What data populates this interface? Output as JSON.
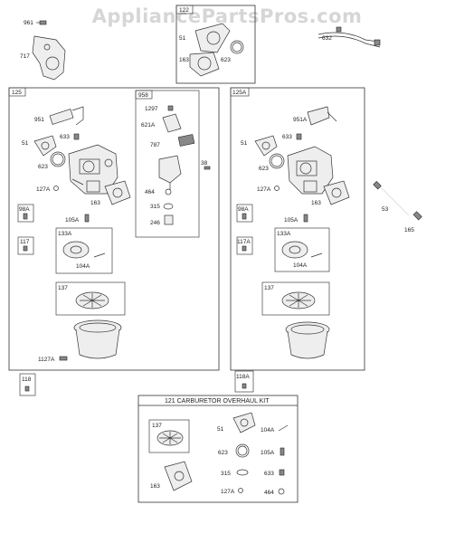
{
  "watermark": "AppliancePartsPros.com",
  "top_labels": {
    "l961": "961",
    "l717": "717",
    "l632": "632"
  },
  "box122": {
    "tag": "122",
    "l51": "51",
    "l163": "163",
    "l623": "623"
  },
  "box125": {
    "tag": "125",
    "l951": "951",
    "l633": "633",
    "l51": "51",
    "l623": "623",
    "l127A": "127A",
    "l163": "163",
    "l105A": "105A",
    "l104A": "104A",
    "l1127A": "1127A",
    "l38": "38",
    "sub98A": "98A",
    "sub117": "117",
    "sub133A": "133A",
    "sub137": "137",
    "sub958": "958",
    "l1297": "1297",
    "l621A": "621A",
    "l787": "787",
    "l464": "464",
    "l315": "315",
    "l246": "246"
  },
  "box125A": {
    "tag": "125A",
    "l951A": "951A",
    "l633": "633",
    "l51": "51",
    "l623": "623",
    "l127A": "127A",
    "l163": "163",
    "l105A": "105A",
    "l104A": "104A",
    "sub98A": "98A",
    "sub117A": "117A",
    "sub133A": "133A",
    "sub137": "137"
  },
  "loose": {
    "l53": "53",
    "l165": "165",
    "t118": "118",
    "t118A": "118A"
  },
  "kit": {
    "title": "121 CARBURETOR OVERHAUL KIT",
    "sub137": "137",
    "l163": "163",
    "l51": "51",
    "l623": "623",
    "l315": "315",
    "l127A": "127A",
    "l104A": "104A",
    "l105A": "105A",
    "l633": "633",
    "l464": "464"
  }
}
